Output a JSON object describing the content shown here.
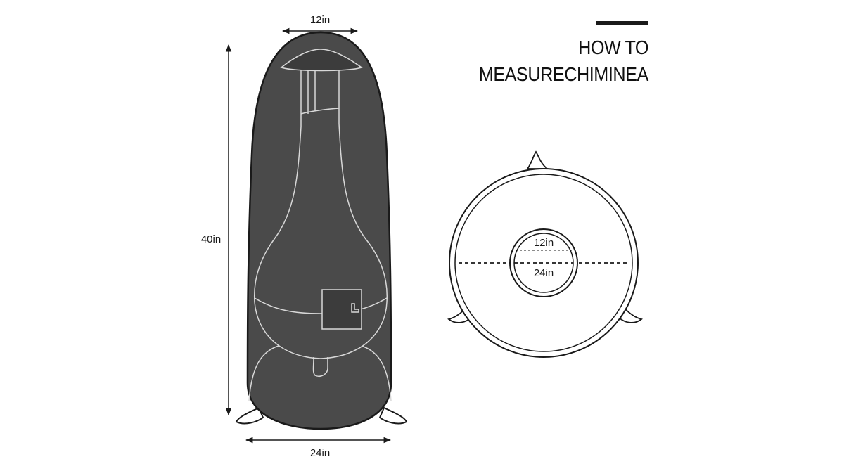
{
  "heading": {
    "line1": "HOW TO",
    "line2": "MEASURECHIMINEA"
  },
  "side_view": {
    "top_width_label": "12in",
    "height_label": "40in",
    "base_width_label": "24in"
  },
  "top_view": {
    "inner_label": "12in",
    "outer_label": "24in"
  },
  "colors": {
    "cover": "#4a4a4a",
    "cover_dark": "#3c3c3c",
    "outline": "#1a1a1a",
    "seam": "#d8d8d8"
  }
}
